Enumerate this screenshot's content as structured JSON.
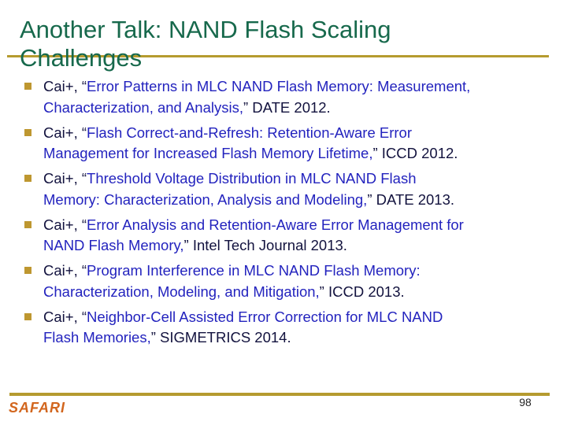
{
  "slide": {
    "title_line1": "Another Talk: NAND Flash Scaling",
    "title_line2": "Challenges",
    "bullets": [
      {
        "prefix": "Cai+, “",
        "link_line1": "Error Patterns in MLC NAND Flash Memory: Measurement,",
        "link_line2": "Characterization, and Analysis,",
        "suffix": "” DATE 2012."
      },
      {
        "prefix": "Cai+, “",
        "link_line1": "Flash Correct-and-Refresh: Retention-Aware Error",
        "link_line2": "Management for Increased Flash Memory Lifetime,",
        "suffix": "” ICCD 2012."
      },
      {
        "prefix": "Cai+, “",
        "link_line1": "Threshold Voltage Distribution in MLC NAND Flash",
        "link_line2": "Memory: Characterization, Analysis and Modeling,",
        "suffix": "” DATE 2013."
      },
      {
        "prefix": "Cai+, “",
        "link_line1": "Error Analysis and Retention-Aware Error Management for",
        "link_line2": "NAND Flash Memory,",
        "suffix": "” Intel Tech Journal 2013."
      },
      {
        "prefix": "Cai+, “",
        "link_line1": "Program Interference in MLC NAND Flash Memory:",
        "link_line2": "Characterization, Modeling, and Mitigation,",
        "suffix": "” ICCD 2013."
      },
      {
        "prefix": "Cai+, “",
        "link_line1": "Neighbor-Cell Assisted Error Correction for MLC NAND",
        "link_line2": "Flash Memories,",
        "suffix": "” SIGMETRICS 2014."
      }
    ],
    "footer": {
      "logo": "SAFARI",
      "page_number": "98"
    }
  },
  "colors": {
    "title-green": "#17694C",
    "rule-gold": "#B59B2F",
    "bullet-gold": "#BE9730",
    "ink": "#12123E",
    "link": "#2323BE",
    "logo-orange": "#D2661E",
    "page-num": "#222222"
  }
}
